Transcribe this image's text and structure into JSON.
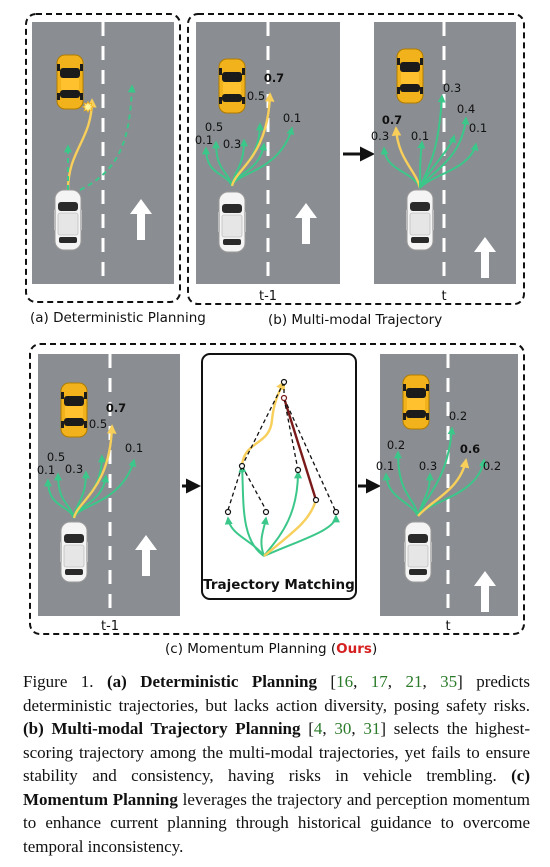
{
  "labels": {
    "a": "(a) Deterministic Planning",
    "b": "(b) Multi-modal Trajectory",
    "c_prefix": "(c) Momentum Planning (",
    "c_ours": "Ours",
    "c_suffix": ")",
    "t_minus_1": "t-1",
    "t": "t",
    "matching_title": "Trajectory Matching"
  },
  "scores": {
    "b_prev": [
      "0.7",
      "0.5",
      "0.5",
      "0.1",
      "0.3",
      "0.1"
    ],
    "b_curr": [
      "0.3",
      "0.7",
      "0.4",
      "0.3",
      "0.1",
      "0.1"
    ],
    "c_prev": [
      "0.7",
      "0.5",
      "0.5",
      "0.1",
      "0.3",
      "0.1"
    ],
    "c_curr": [
      "0.2",
      "0.2",
      "0.6",
      "0.1",
      "0.3",
      "0.2"
    ]
  },
  "caption": {
    "fig": "Figure 1.",
    "a_title": "(a) Deterministic Planning",
    "a_cites": [
      "16",
      "17",
      "21",
      "35"
    ],
    "a_text": "predicts deterministic trajectories, but lacks action diversity, posing safety risks.",
    "b_title": "(b) Multi-modal Trajectory Planning",
    "b_cites": [
      "4",
      "30",
      "31"
    ],
    "b_text": "selects the highest-scoring trajectory among the multi-modal trajectories, yet fails to ensure stability and consistency, having risks in vehicle trembling.",
    "c_title": "(c) Momentum Planning",
    "c_text": "leverages the trajectory and perception momentum to enhance current planning through historical guidance to overcome temporal inconsistency."
  },
  "colors": {
    "road": "#8a8d91",
    "green": "#3cc78a",
    "yellow": "#f7cf5a",
    "dark_red": "#7a1a1a",
    "ours": "#d62020",
    "cite": "#2a7a2a"
  }
}
